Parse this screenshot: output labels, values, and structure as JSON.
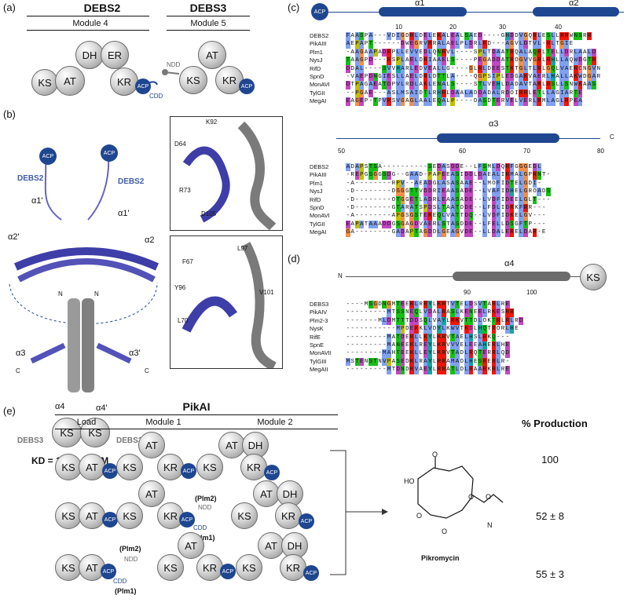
{
  "panels": {
    "a": "(a)",
    "b": "(b)",
    "c": "(c)",
    "d": "(d)",
    "e": "(e)"
  },
  "panel_a": {
    "debs2_title": "DEBS2",
    "debs2_module": "Module 4",
    "debs3_title": "DEBS3",
    "debs3_module": "Module 5",
    "debs2_domains": [
      "KS",
      "AT",
      "DH",
      "ER",
      "KR"
    ],
    "debs3_domains": [
      "KS",
      "AT",
      "KR"
    ],
    "acp": "ACP",
    "ndd": "NDD",
    "cdd": "CDD"
  },
  "panel_b": {
    "acp_left": "ACP",
    "acp_right": "ACP",
    "debs2_left": "DEBS2",
    "debs2_right": "DEBS2",
    "a1": "α1'",
    "a1r": "α1'",
    "a2l": "α2'",
    "a2r": "α2",
    "n_left": "N",
    "n_right": "N",
    "a3l": "α3",
    "a3r": "α3'",
    "c_left": "C",
    "c_right": "C",
    "a4l": "α4",
    "a4r": "α4'",
    "ks1": "KS",
    "ks2": "KS",
    "debs3_left": "DEBS3",
    "debs3_right": "DEBS3",
    "kd": "KD = 130 ± 50 μM",
    "box1_labels": [
      "K92",
      "D64",
      "R73",
      "D105"
    ],
    "box2_labels": [
      "L97",
      "F67",
      "Y96",
      "V101",
      "L70"
    ]
  },
  "panel_c": {
    "acp": "ACP",
    "helix_labels": [
      "α1",
      "α2",
      "α3"
    ],
    "nums_top": [
      "10",
      "20",
      "30",
      "40"
    ],
    "nums_bottom": [
      "50",
      "60",
      "70",
      "80"
    ],
    "c_term": "C",
    "rows_top": [
      {
        "name": "DEBS2",
        "seq": "FAASPA---VDIGDRLDELEKALEALSAED----GHDDVGQRLESLLRRWNSRR"
      },
      {
        "name": "PikAIII",
        "seq": "AEPAPT------DWEGRVRRALAELPLDRLRD---AGVLDTVL-RLTGIE"
      },
      {
        "name": "Plm1",
        "seq": "-AAGAAPADRPLLEVVEDLQNRVL----SPLTDAATRQALAQRLTELLDRLAALD"
      },
      {
        "name": "NysJ",
        "seq": "TAAGPD---RSPLAELDRIAAELS----PEGADDATROGVVGRLRHLLAQWDGTR"
      },
      {
        "name": "RifD",
        "seq": "DDAL----SVVHARLEDVEALLG----GLRLDEESTKTGLTLRLGQLVAERCNGVN"
      },
      {
        "name": "SpnD",
        "seq": "-VAEPDNGIESLLAELDRLDTTLA----QGPSIPLEDGAKVAERLHALLAKWDGAR"
      },
      {
        "name": "MonAVI",
        "seq": "DTPAGAEATDPVLRDLAKLENALS----STLVEHLDADAVTARLRSLLSNWKAAS"
      },
      {
        "name": "TylGII",
        "seq": "--PGAE---ASLMSAIDTLRHRLDAALADDADALRDOIRRLETLLAGIARTE"
      },
      {
        "name": "MegAI",
        "seq": "EAGEP-TPVRSVGAGLAALEQALP----DASDTERVELVERLRMLAGLRPEA"
      }
    ],
    "rows_bottom": [
      {
        "name": "DEBS2",
        "seq": "ADAPSTSA----------SEDASDDE--LFSMLDQRFGGGEDL"
      },
      {
        "name": "PikAIII",
        "seq": "-REPGSGGSDG--GAAD-PAPEEASIDDLDAEALIRMALGPRNT-"
      },
      {
        "name": "Plm1",
        "seq": "-A--------RPV--AEADGLASASAAE--LMOFIDTELGDI-"
      },
      {
        "name": "NysJ",
        "seq": "-D--------DGGGTTVDDRIEAASADE--LVAFIDHELGROADS"
      },
      {
        "name": "RifD",
        "seq": "-D--------OTGGETLADRLEAASADE--LVDFIDEELGLT---"
      },
      {
        "name": "SpnD",
        "seq": "-D--------GTARATSPDSLTAATDDE--LFDLIDRKFRR---"
      },
      {
        "name": "MonAVI",
        "seq": "-A--------APGSGSTEKEQLVATTDQ--LVDFIDKELGV---"
      },
      {
        "name": "TylGII",
        "seq": "EAPATAAADDGSGAGDVAERLSTASDDE--LFELLDSGFTP---"
      },
      {
        "name": "MegAI",
        "seq": "GA--------GADAPTAGDDLGEAGVDE--LLDALERELDAR-E"
      }
    ]
  },
  "panel_d": {
    "n_term": "N",
    "helix_label": "α4",
    "ks": "KS",
    "nums": [
      "90",
      "100"
    ],
    "rows": [
      {
        "name": "DEBS3",
        "seq": "----MSGDNGMTEEKLRRYLKRTVTELDSVTARLRE"
      },
      {
        "name": "PikAIV",
        "seq": "---------MTSSNEQLVDALRASLKENEELRKESRR"
      },
      {
        "name": "Plm2-3",
        "seq": "-------MLDMTTTDDSQLVAYLRKVTTDLOKTRLRLRD"
      },
      {
        "name": "NysK",
        "seq": "-----------MPDEKKLVDYLKWVTKDLHQTRORLHE"
      },
      {
        "name": "RifE",
        "seq": "---------MATDEKLLKYLKRVTAELHSLRKQ---"
      },
      {
        "name": "SpnE",
        "seq": "---------MANEEKLREYLKRVVVELEEAHERLHE"
      },
      {
        "name": "MonAVII",
        "seq": "--------MAHTEEKLLEYLKRVTADLRQTERRLQD"
      },
      {
        "name": "TylGIII",
        "seq": "MSTENSTNVPASEDKLRAYLRRAMADLHESRERLR-"
      },
      {
        "name": "MegAII",
        "seq": "---------MTDNDKVAEYLRRATLDLRAARKRLRE"
      }
    ]
  },
  "panel_e": {
    "title": "PikAI",
    "load": "Load",
    "module1": "Module 1",
    "module2": "Module 2",
    "production_header": "% Production",
    "productions": [
      "100",
      "52 ± 8",
      "55 ± 3"
    ],
    "plm2": "(Plm2)",
    "plm1": "(Plm1)",
    "ndd": "NDD",
    "cdd": "CDD",
    "acp": "ACP",
    "domains_row": [
      "KS",
      "AT",
      "AT",
      "KR",
      "AT",
      "DH",
      "KR"
    ],
    "molecule": "Pikromycin",
    "mol_atoms": [
      "O",
      "HO",
      "O",
      "O",
      "O",
      "O",
      "N"
    ]
  }
}
